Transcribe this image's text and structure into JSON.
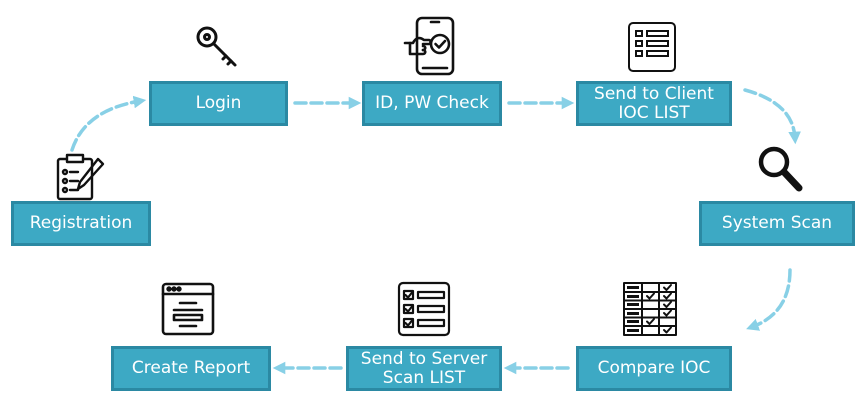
{
  "steps": {
    "login": "Login",
    "id_pw_check": "ID, PW Check",
    "send_client_line1": "Send to Client",
    "send_client_line2": "IOC LIST",
    "registration": "Registration",
    "system_scan": "System Scan",
    "create_report": "Create Report",
    "send_server_line1": "Send to Server",
    "send_server_line2": "Scan LIST",
    "compare_ioc": "Compare IOC"
  },
  "icons": {
    "login": "key-icon",
    "id_pw_check": "phone-touch-check-icon",
    "send_client": "list-document-icon",
    "registration": "clipboard-form-icon",
    "system_scan": "magnifier-icon",
    "create_report": "report-window-icon",
    "send_server": "checklist-icon",
    "compare_ioc": "comparison-table-icon"
  },
  "colors": {
    "box_fill": "#3da9c4",
    "box_border": "#2b89a3",
    "box_text": "#ffffff",
    "arrow": "#88d0e6",
    "icon": "#111111"
  }
}
